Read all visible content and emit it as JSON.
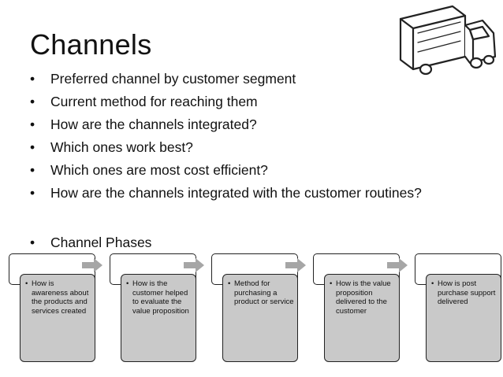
{
  "slide": {
    "title": "Channels",
    "bullet_char": "•",
    "bullets": [
      "Preferred channel by customer segment",
      "Current method for reaching them",
      "How are the channels integrated?",
      "Which ones work best?",
      "Which ones are most cost efficient?",
      "How are the channels integrated with the customer routines?"
    ],
    "phases_label": "Channel Phases",
    "phases": [
      {
        "text": "How is awareness about the products and services created"
      },
      {
        "text": "How is the customer helped to evaluate the value proposition"
      },
      {
        "text": "Method for purchasing a product or service"
      },
      {
        "text": "How is the value proposition delivered to the customer"
      },
      {
        "text": "How is post purchase support delivered"
      }
    ],
    "colors": {
      "phase_fill": "#c9c9c9",
      "arrow_fill": "#a6a6a6",
      "outline": "#222222"
    },
    "icons": [
      "truck-icon",
      "arrow-right-icon"
    ]
  }
}
